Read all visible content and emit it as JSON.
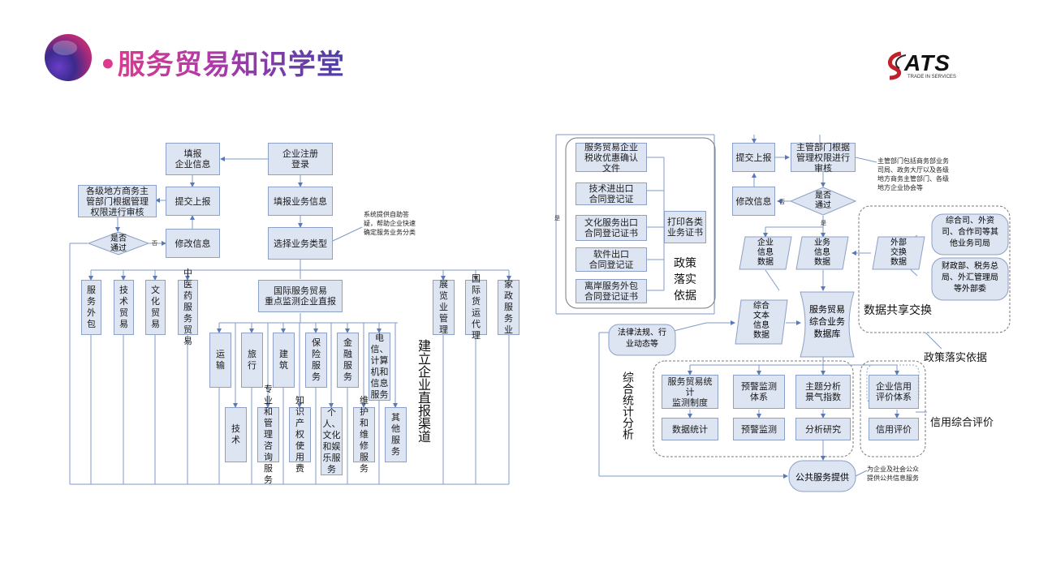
{
  "header": {
    "title": "•服务贸易知识学堂",
    "logo_text": "ATS",
    "logo_subtitle": "TRADE IN SERVICES",
    "title_gradient": [
      "#e23a8c",
      "#4b3fa6"
    ]
  },
  "left": {
    "enterprise_info": "填报\n企业信息",
    "registration": "企业注册\n登录",
    "local_review": "各级地方商务主\n管部门根据管理\n权限进行审核",
    "submit": "提交上报",
    "fill_business": "填报业务信息",
    "approved": "是否\n通过",
    "no": "否",
    "modify": "修改信息",
    "select_type": "选择业务类型",
    "note": "系统提供自助答\n疑，帮助企业快速\n确定服务业务分类",
    "cats": [
      "服务\n外包",
      "技术\n贸易",
      "文化\n贸易",
      "中医\n药服\n务贸\n易"
    ],
    "direct_report": "国际服务贸易\n重点监测企业直报",
    "right_cats": [
      "展览\n业管\n理",
      "国际\n货运\n代理",
      "家政\n服务\n业"
    ],
    "upper_items": [
      "运输",
      "旅行",
      "建筑",
      "保险\n服务",
      "金融\n服务",
      "电\n信、\n计算\n机和\n信息\n服务"
    ],
    "lower_items": [
      "技术",
      "专业\n和管\n理咨\n询服\n务",
      "知识\n产权\n使用\n费",
      "个\n人、\n文化\n和娱\n乐服\n务",
      "维护\n和维\n修服\n务",
      "其他\n服务"
    ],
    "vertical_label": "建立企业直报渠道"
  },
  "right": {
    "certs": [
      "服务贸易企业\n税收优惠确认\n文件",
      "技术进出口\n合同登记证",
      "文化服务出口\n合同登记证书",
      "软件出口\n合同登记证",
      "离岸服务外包\n合同登记证书"
    ],
    "print_certs": "打印各类\n业务证书",
    "policy_basis_v": "政策\n落实\n依据",
    "yes_left": "是",
    "submit": "提交上报",
    "dept_review": "主管部门根据\n管理权限进行\n审核",
    "dept_note": "主管部门包括商务部业务\n司局、政务大厅以及各级\n地方商务主管部门、各级\n地方企业协会等",
    "modify": "修改信息",
    "no": "否",
    "approved": "是否\n通过",
    "yes": "是",
    "enterprise_data": "企业\n信息\n数据",
    "business_data": "业务\n信息\n数据",
    "external_data": "外部\n交换\n数据",
    "ministries_1": "综合司、外资\n司、合作司等其\n他业务司局",
    "ministries_2": "财政部、税务总\n局、外汇管理局\n等外部委",
    "data_sharing": "数据共享交换",
    "laws": "法律法规、行\n业动态等",
    "text_data": "综合\n文本\n信息\n数据",
    "database": "服务贸易\n综合业务\n数据库",
    "policy_basis": "政策落实依据",
    "analysis_v": "综合统计分析",
    "stats_sys": "服务贸易统计\n监测制度",
    "warning_sys": "预警监测\n体系",
    "topic": "主题分析\n景气指数",
    "credit_sys": "企业信用\n评价体系",
    "credit_label": "信用综合评价",
    "stats": "数据统计",
    "warning": "预警监测",
    "research": "分析研究",
    "credit_eval": "信用评价",
    "public_service": "公共服务提供",
    "public_note": "为企业及社会公众\n提供公共信息服务"
  }
}
